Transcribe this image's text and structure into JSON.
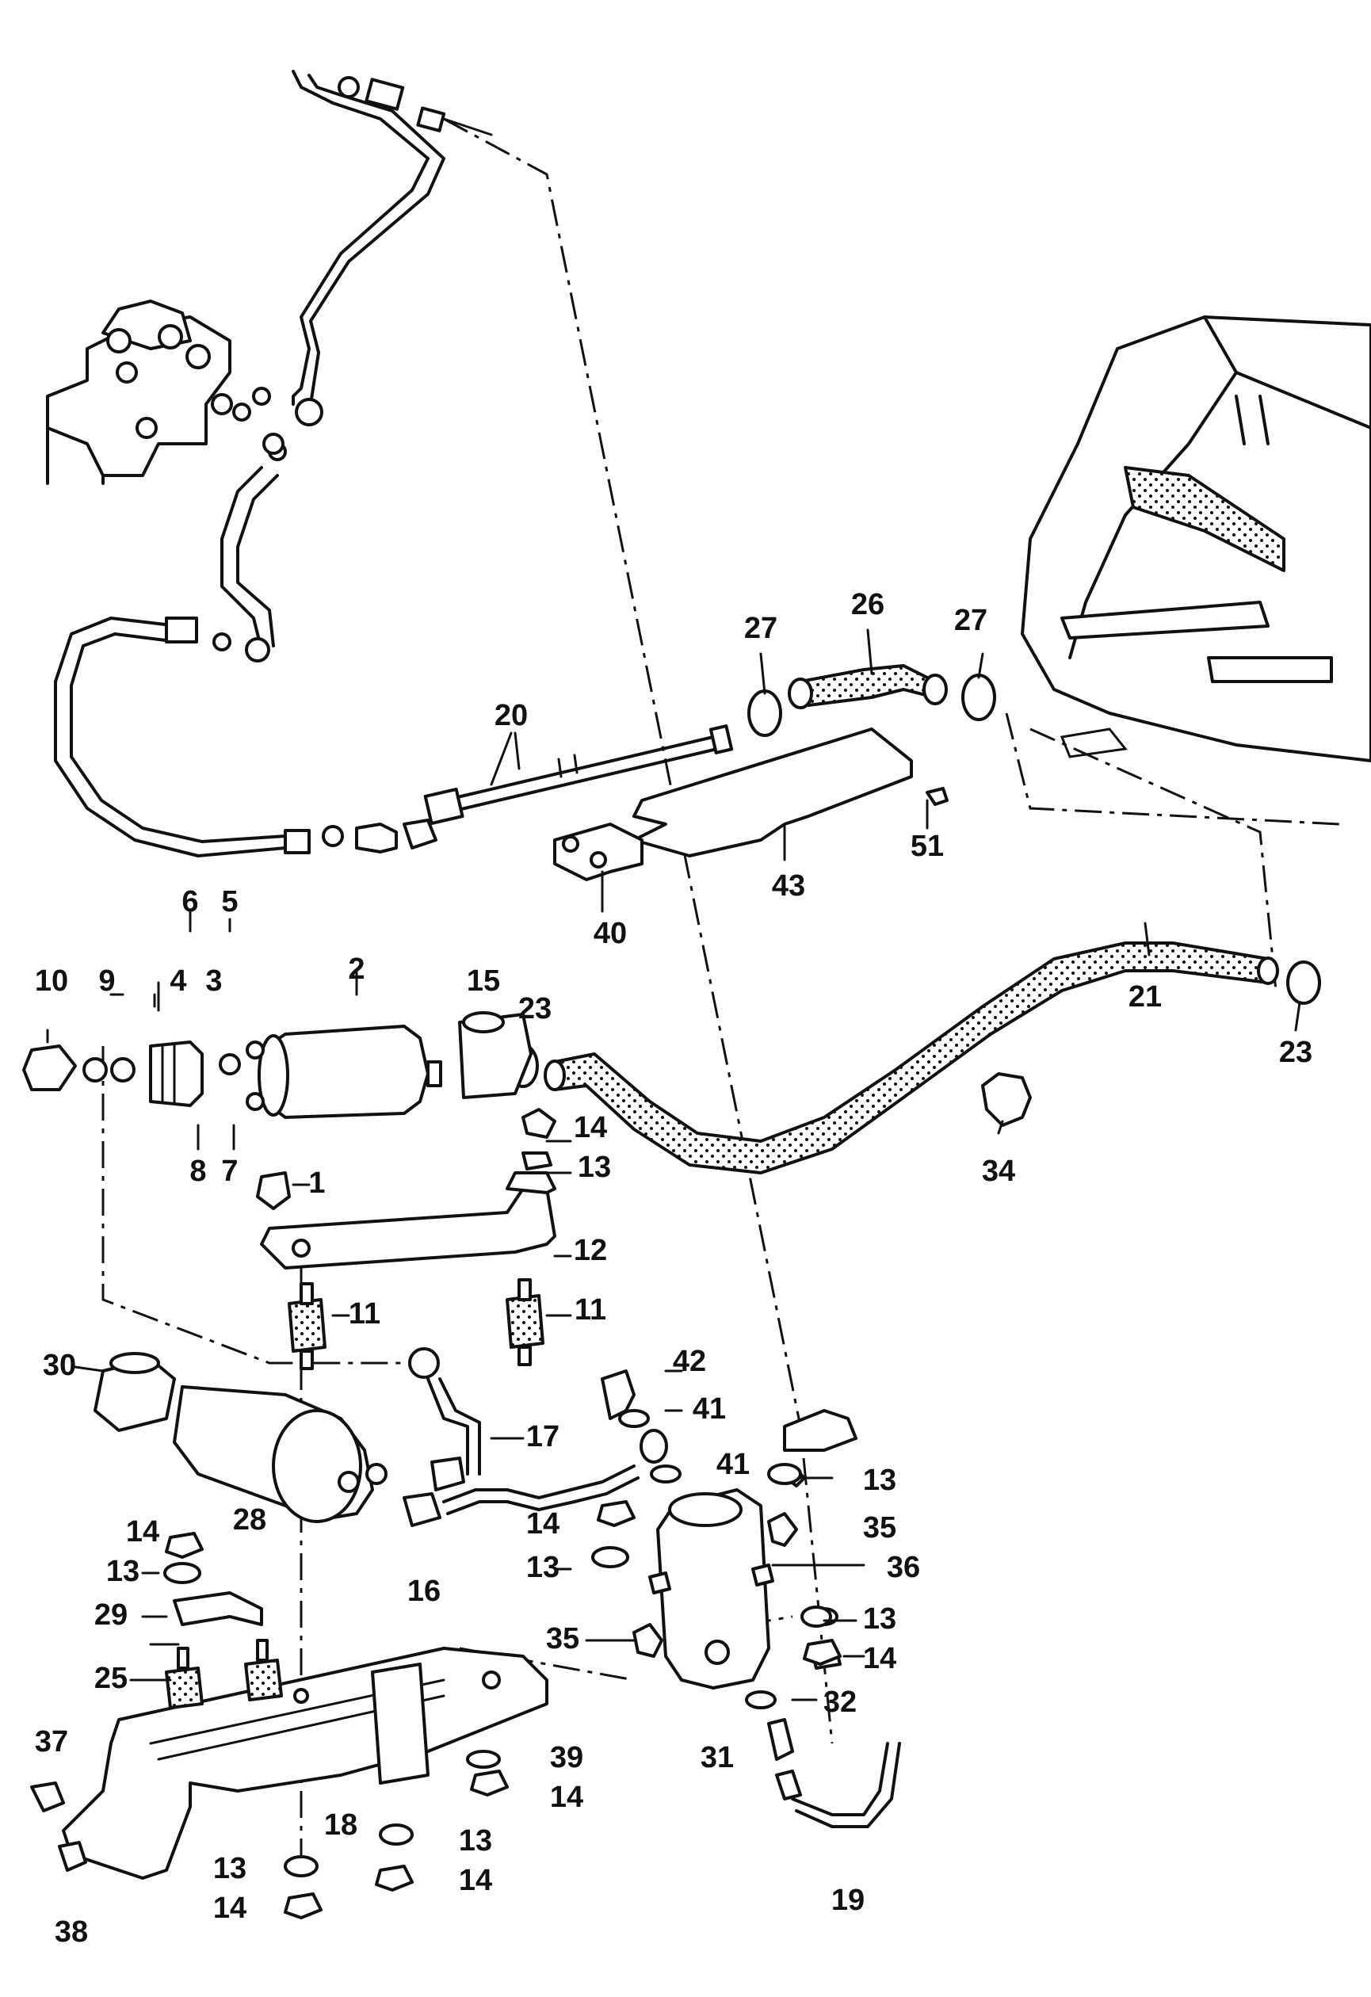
{
  "diagram": {
    "labels": [
      {
        "id": "l1",
        "text": "1"
      },
      {
        "id": "l2",
        "text": "2"
      },
      {
        "id": "l3",
        "text": "3"
      },
      {
        "id": "l4",
        "text": "4"
      },
      {
        "id": "l5",
        "text": "5"
      },
      {
        "id": "l6",
        "text": "6"
      },
      {
        "id": "l7",
        "text": "7"
      },
      {
        "id": "l8",
        "text": "8"
      },
      {
        "id": "l9",
        "text": "9"
      },
      {
        "id": "l10",
        "text": "10"
      },
      {
        "id": "l11a",
        "text": "11"
      },
      {
        "id": "l11b",
        "text": "11"
      },
      {
        "id": "l12",
        "text": "12"
      },
      {
        "id": "l13a",
        "text": "13"
      },
      {
        "id": "l13b",
        "text": "13"
      },
      {
        "id": "l13c",
        "text": "13"
      },
      {
        "id": "l13d",
        "text": "13"
      },
      {
        "id": "l13e",
        "text": "13"
      },
      {
        "id": "l13f",
        "text": "13"
      },
      {
        "id": "l13g",
        "text": "13"
      },
      {
        "id": "l14a",
        "text": "14"
      },
      {
        "id": "l14b",
        "text": "14"
      },
      {
        "id": "l14c",
        "text": "14"
      },
      {
        "id": "l14d",
        "text": "14"
      },
      {
        "id": "l14e",
        "text": "14"
      },
      {
        "id": "l14f",
        "text": "14"
      },
      {
        "id": "l14g",
        "text": "14"
      },
      {
        "id": "l15",
        "text": "15"
      },
      {
        "id": "l16",
        "text": "16"
      },
      {
        "id": "l17",
        "text": "17"
      },
      {
        "id": "l18",
        "text": "18"
      },
      {
        "id": "l19",
        "text": "19"
      },
      {
        "id": "l20",
        "text": "20"
      },
      {
        "id": "l21",
        "text": "21"
      },
      {
        "id": "l23a",
        "text": "23"
      },
      {
        "id": "l23b",
        "text": "23"
      },
      {
        "id": "l25",
        "text": "25"
      },
      {
        "id": "l26",
        "text": "26"
      },
      {
        "id": "l27a",
        "text": "27"
      },
      {
        "id": "l27b",
        "text": "27"
      },
      {
        "id": "l28",
        "text": "28"
      },
      {
        "id": "l29",
        "text": "29"
      },
      {
        "id": "l30",
        "text": "30"
      },
      {
        "id": "l31",
        "text": "31"
      },
      {
        "id": "l32",
        "text": "32"
      },
      {
        "id": "l34",
        "text": "34"
      },
      {
        "id": "l35a",
        "text": "35"
      },
      {
        "id": "l35b",
        "text": "35"
      },
      {
        "id": "l36",
        "text": "36"
      },
      {
        "id": "l37",
        "text": "37"
      },
      {
        "id": "l38",
        "text": "38"
      },
      {
        "id": "l39",
        "text": "39"
      },
      {
        "id": "l40",
        "text": "40"
      },
      {
        "id": "l41a",
        "text": "41"
      },
      {
        "id": "l41b",
        "text": "41"
      },
      {
        "id": "l42",
        "text": "42"
      },
      {
        "id": "l43",
        "text": "43"
      },
      {
        "id": "l51",
        "text": "51"
      }
    ]
  }
}
